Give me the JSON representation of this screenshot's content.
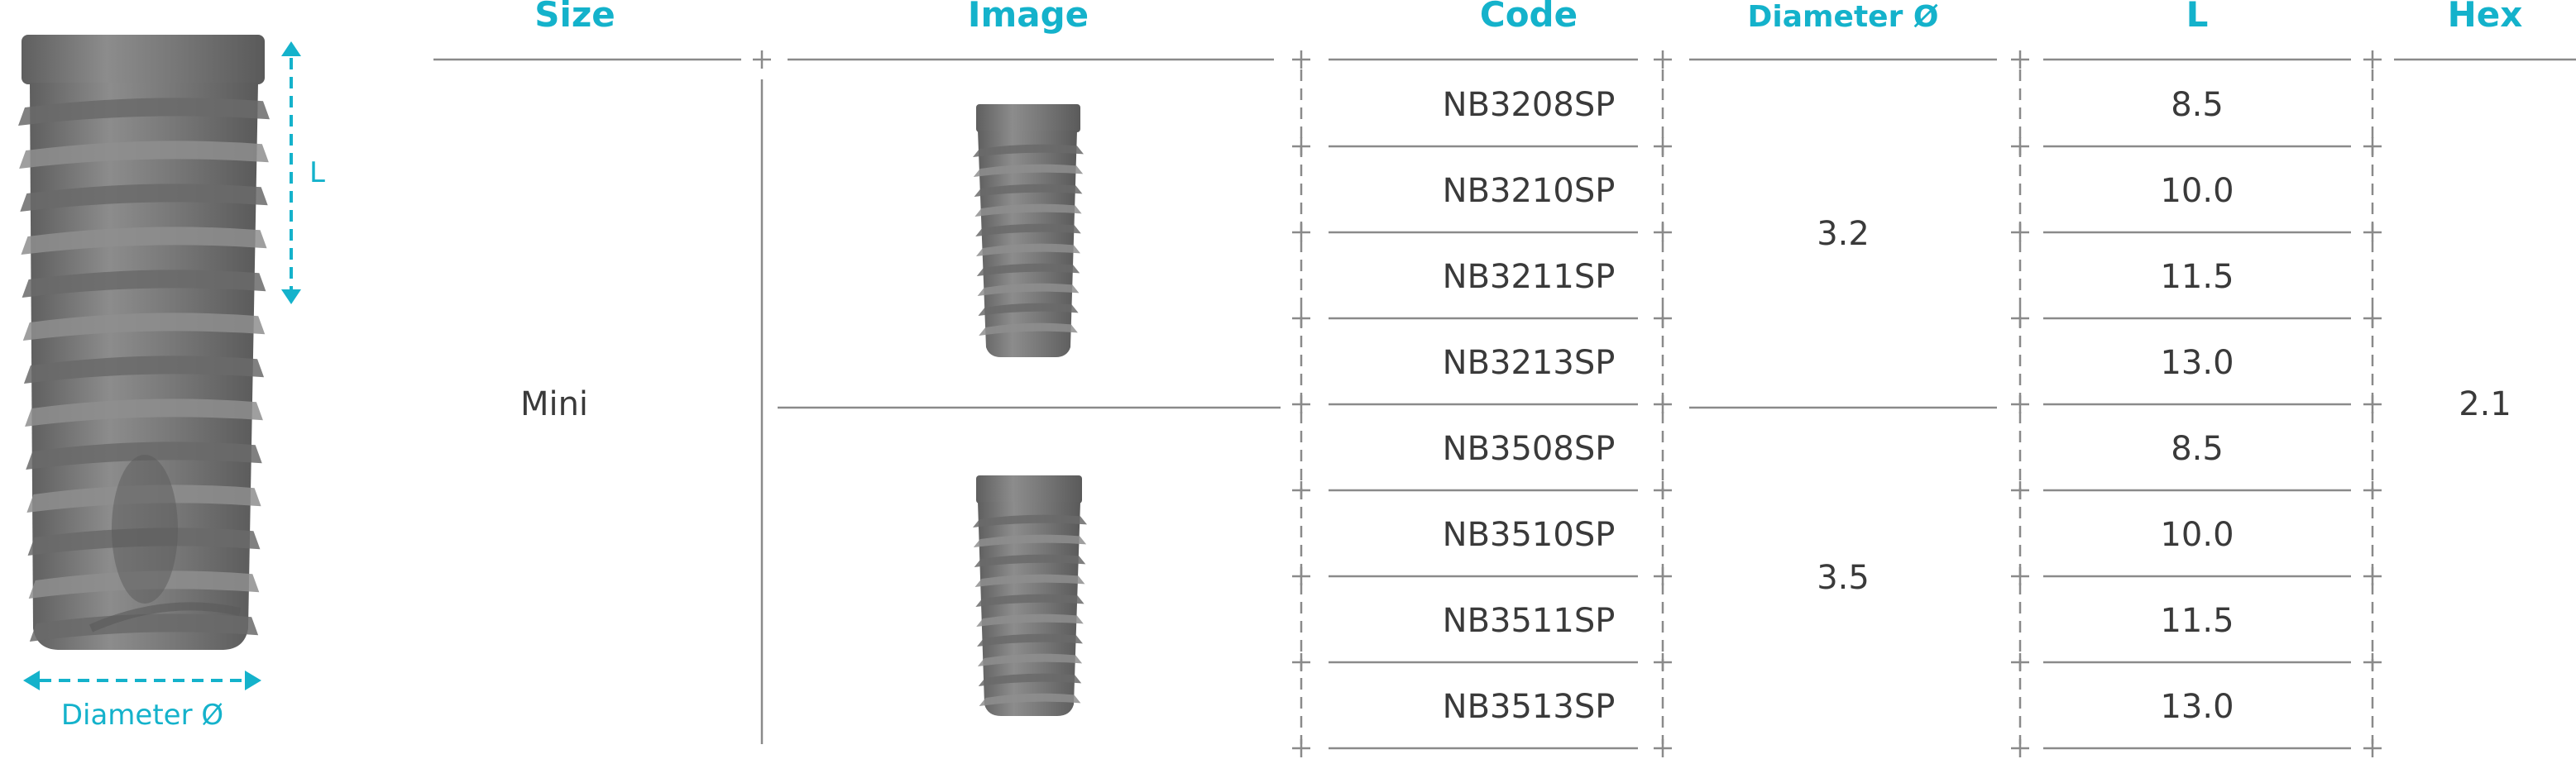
{
  "headers": {
    "size": "Size",
    "image": "Image",
    "code": "Code",
    "diameter": "Diameter Ø",
    "length": "L",
    "hex": "Hex"
  },
  "figure": {
    "length_label": "L",
    "diameter_label": "Diameter Ø"
  },
  "size_value": "Mini",
  "hex_value": "2.1",
  "groups": [
    {
      "diameter": "3.2",
      "rows": [
        {
          "code": "NB3208SP",
          "length": "8.5"
        },
        {
          "code": "NB3210SP",
          "length": "10.0"
        },
        {
          "code": "NB3211SP",
          "length": "11.5"
        },
        {
          "code": "NB3213SP",
          "length": "13.0"
        }
      ]
    },
    {
      "diameter": "3.5",
      "rows": [
        {
          "code": "NB3508SP",
          "length": "8.5"
        },
        {
          "code": "NB3510SP",
          "length": "10.0"
        },
        {
          "code": "NB3511SP",
          "length": "11.5"
        },
        {
          "code": "NB3513SP",
          "length": "13.0"
        }
      ]
    }
  ],
  "colors": {
    "accent": "#14b2cb",
    "text": "#3a3a3a",
    "rule": "#8a8a8a",
    "implant": "#7e7e7e"
  }
}
